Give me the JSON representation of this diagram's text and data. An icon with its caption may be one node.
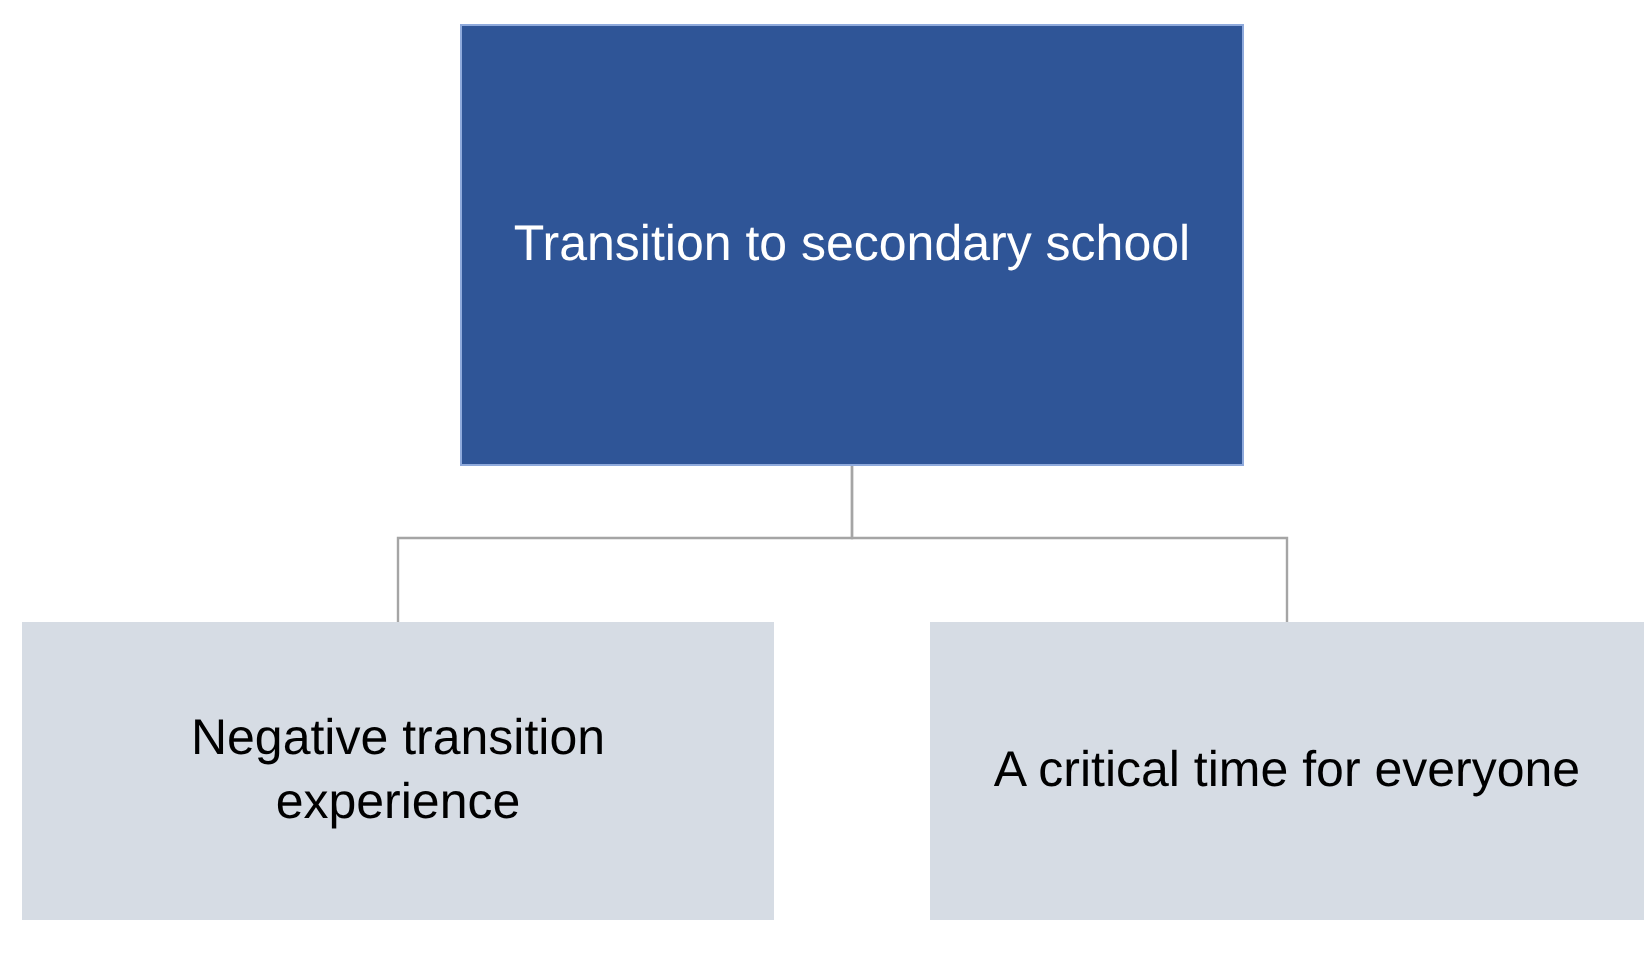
{
  "diagram": {
    "nodes": [
      {
        "text": [
          "Transition to secondary school"
        ]
      },
      {
        "text": [
          "Negative transition experience"
        ]
      },
      {
        "text": [
          "A critical time for everyone"
        ]
      }
    ],
    "edges": [
      {
        "from": 0,
        "to": 1,
        "arrow": "none"
      },
      {
        "from": 0,
        "to": 2,
        "arrow": "none"
      }
    ]
  }
}
